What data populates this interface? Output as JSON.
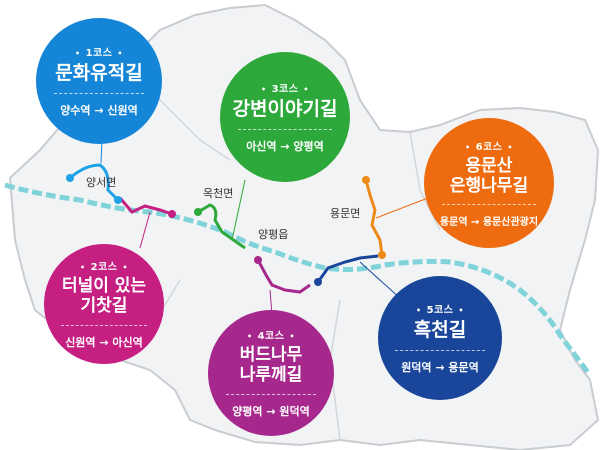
{
  "towns": {
    "yangseo": "양서면",
    "okcheon": "옥천면",
    "yangpyeong": "양평읍",
    "yongmun": "용문면"
  },
  "courses": [
    {
      "course": "1코스",
      "title": "문화유적길",
      "route": "양수역 → 신원역",
      "color": "#1585d8"
    },
    {
      "course": "2코스",
      "title": "터널이 있는 기찻길",
      "title_line1": "터널이 있는",
      "title_line2": "기찻길",
      "route": "신원역 → 아신역",
      "color": "#c51f82"
    },
    {
      "course": "3코스",
      "title": "강변이야기길",
      "route": "아신역 → 양평역",
      "color": "#2da83b"
    },
    {
      "course": "4코스",
      "title": "버드나무 나루께길",
      "title_line1": "버드나무",
      "title_line2": "나루께길",
      "route": "양평역 → 원덕역",
      "color": "#a6288d"
    },
    {
      "course": "5코스",
      "title": "흑천길",
      "route": "원덕역 → 용문역",
      "color": "#19469a"
    },
    {
      "course": "6코스",
      "title": "용문산 은행나무길",
      "title_line1": "용문산",
      "title_line2": "은행나무길",
      "route": "용문역 → 용문산관광지",
      "color": "#ee6c0f"
    }
  ]
}
